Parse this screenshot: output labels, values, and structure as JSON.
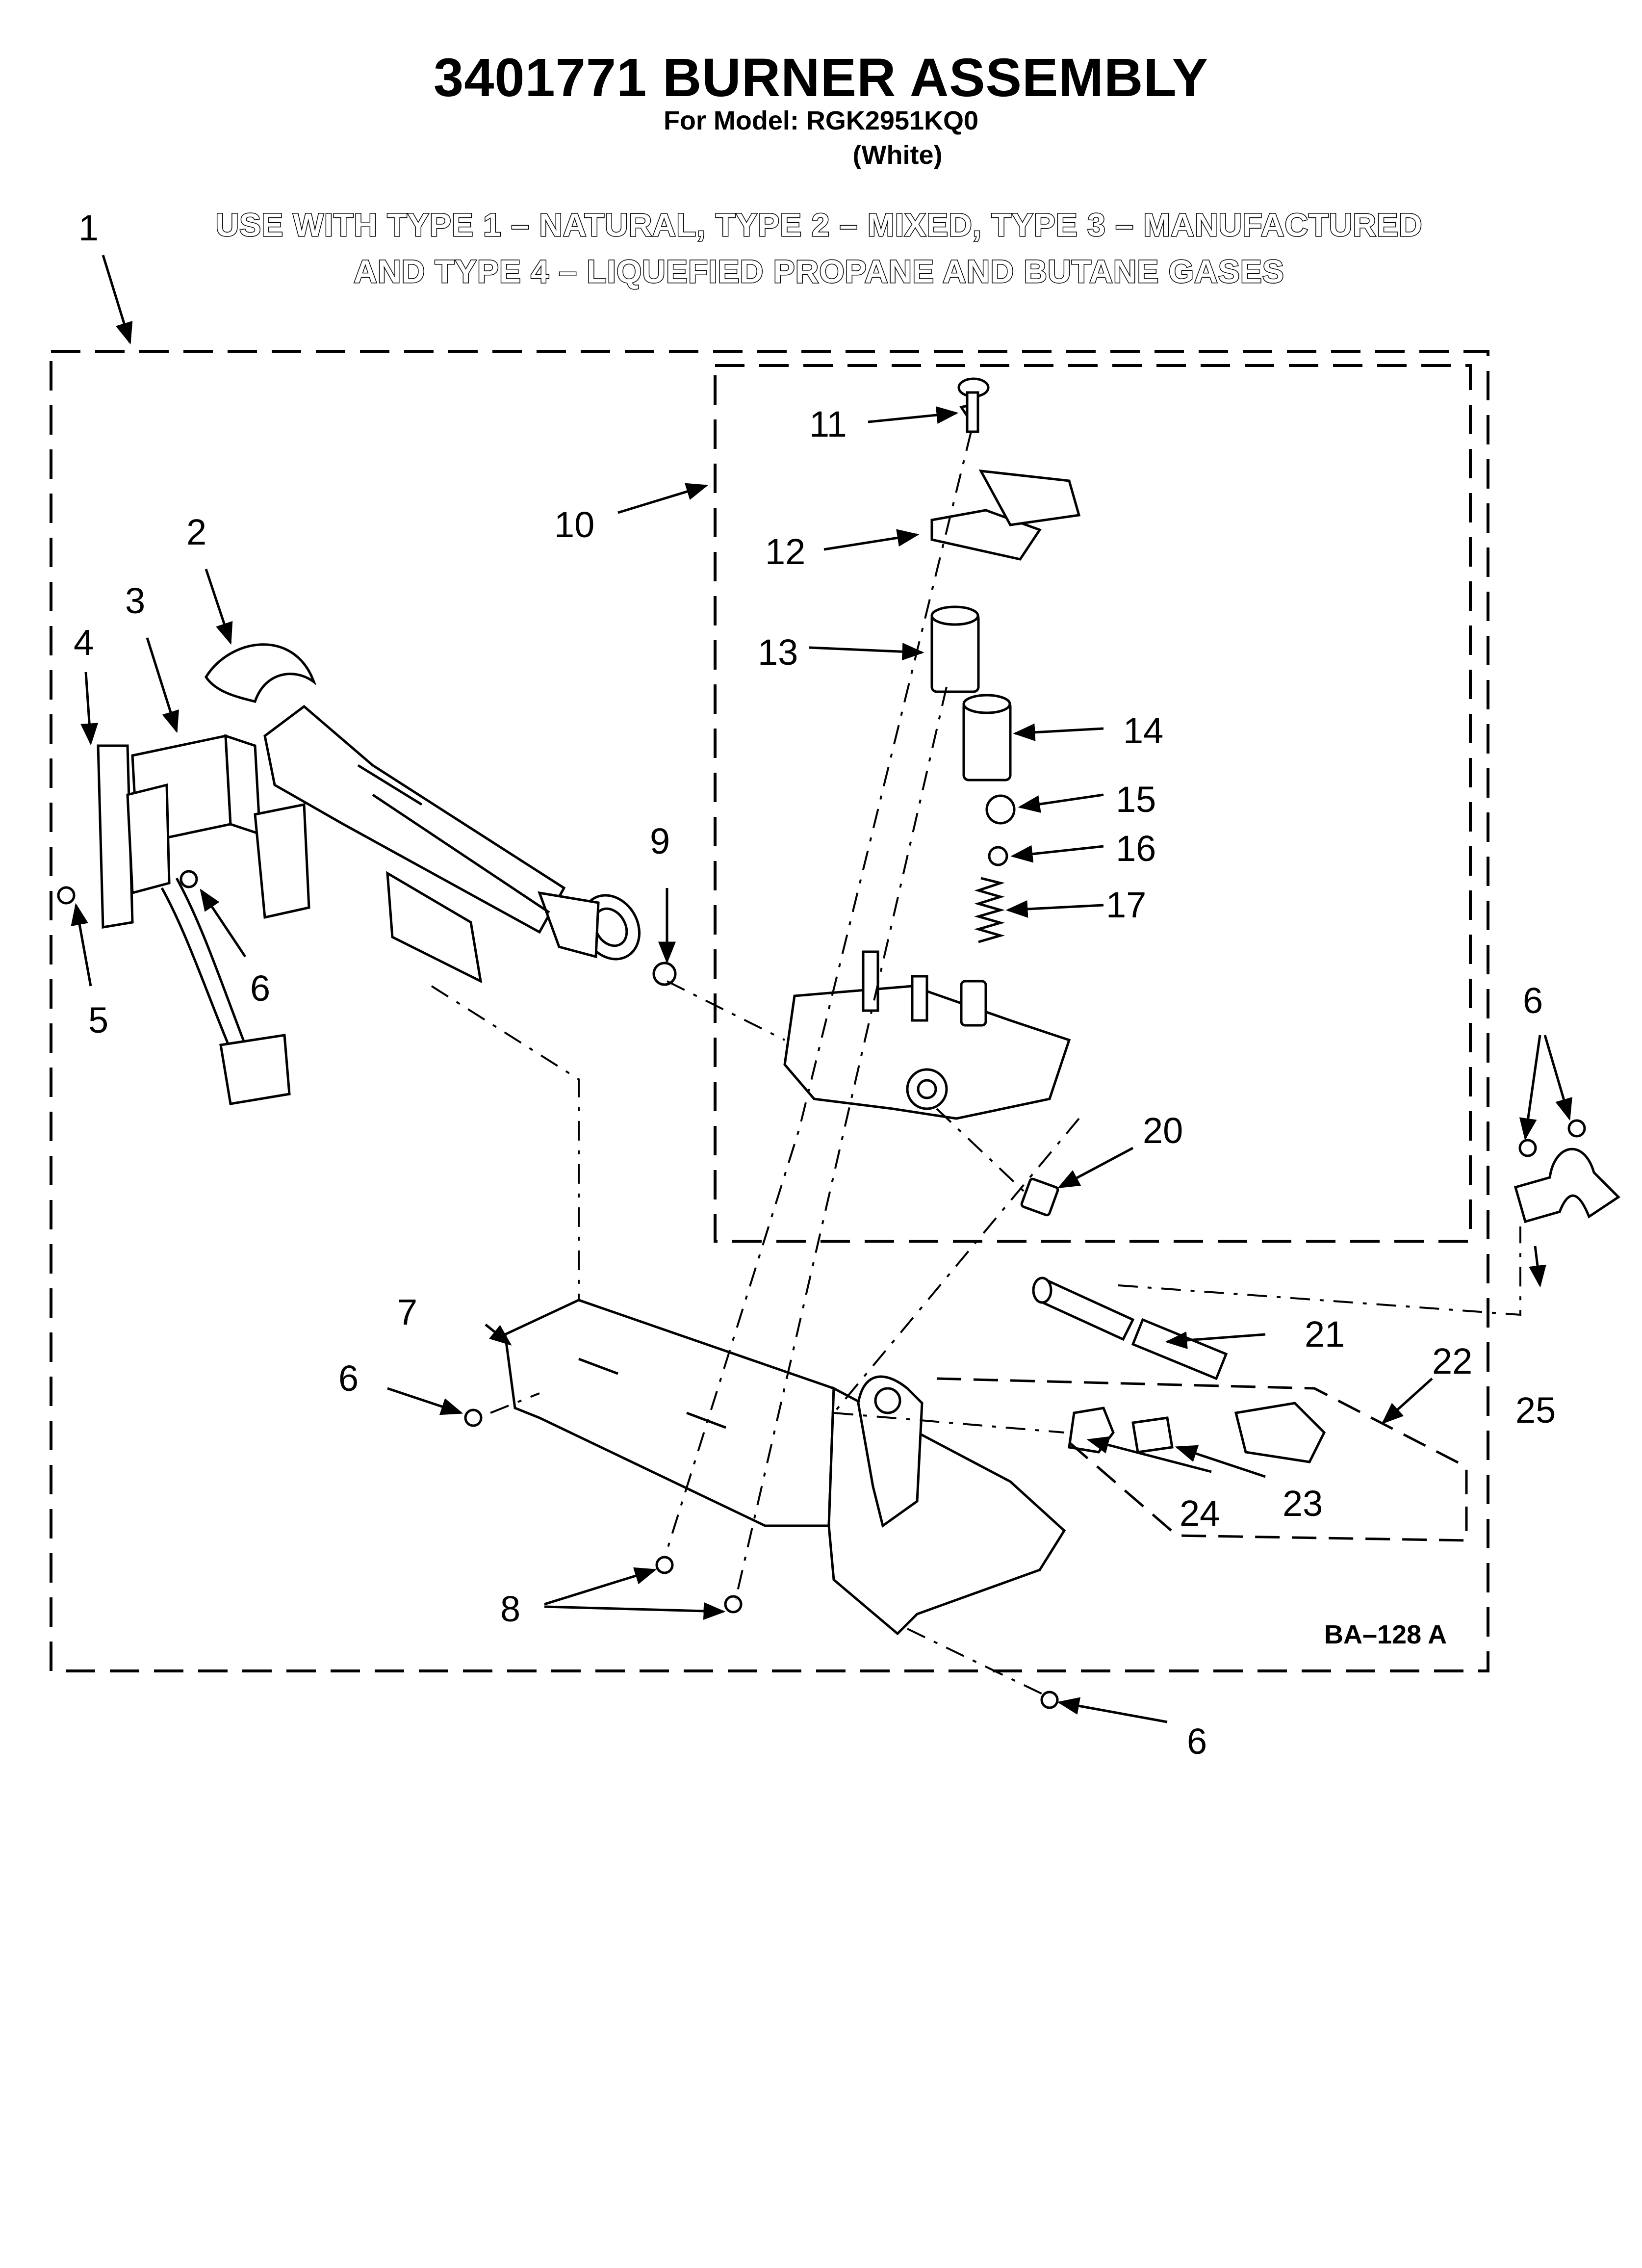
{
  "header": {
    "title": "3401771 BURNER ASSEMBLY",
    "model": "For Model: RGK2951KQ0",
    "color": "(White)"
  },
  "usage_note": {
    "line1": "USE WITH TYPE 1 – NATURAL, TYPE 2 – MIXED, TYPE 3 – MANUFACTURED",
    "line2": "AND TYPE 4 – LIQUEFIED PROPANE AND BUTANE GASES"
  },
  "callouts": {
    "c1": "1",
    "c2": "2",
    "c3": "3",
    "c4": "4",
    "c5": "5",
    "c6a": "6",
    "c6b": "6",
    "c6c": "6",
    "c6d": "6",
    "c7": "7",
    "c8": "8",
    "c9": "9",
    "c10": "10",
    "c11": "11",
    "c12": "12",
    "c13": "13",
    "c14": "14",
    "c15": "15",
    "c16": "16",
    "c17": "17",
    "c20": "20",
    "c21": "21",
    "c22": "22",
    "c23": "23",
    "c24": "24",
    "c25": "25"
  },
  "drawing_code": "BA–128 A"
}
